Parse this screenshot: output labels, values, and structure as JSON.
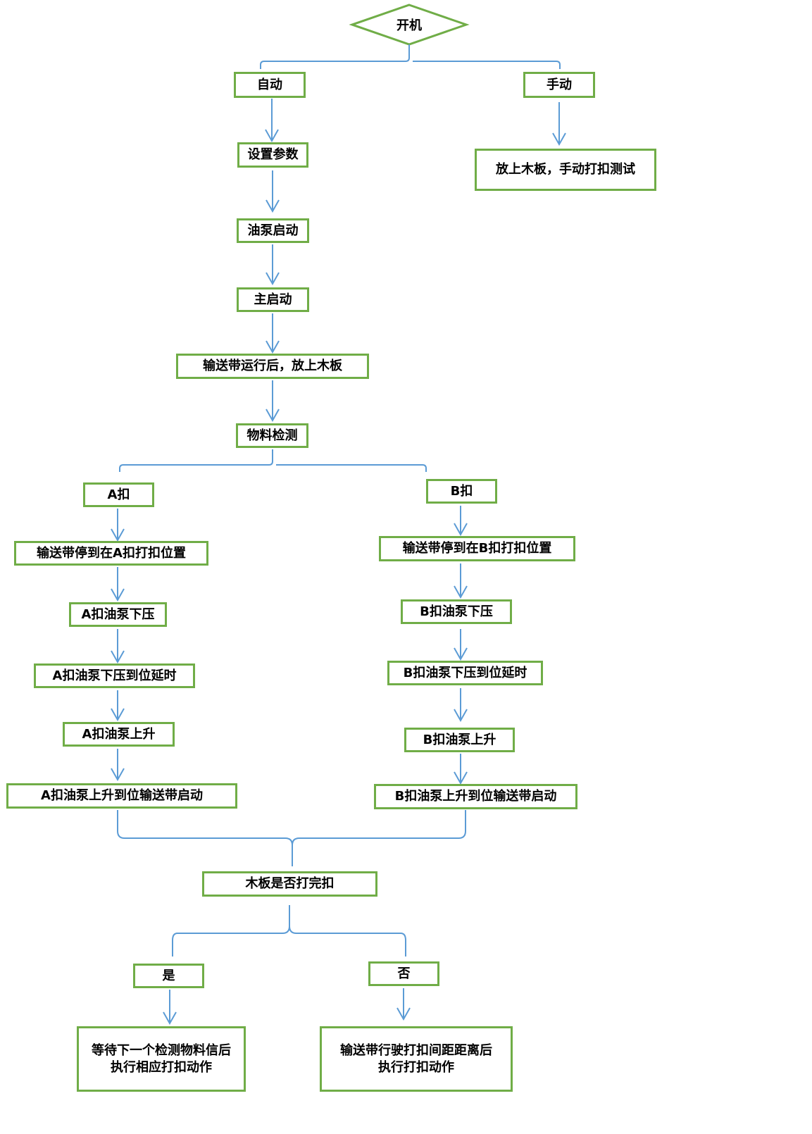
{
  "colors": {
    "box_border": "#70AD47",
    "connector": "#5B9BD5"
  },
  "start": "开机",
  "nodes": {
    "auto": "自动",
    "manual": "手动",
    "set_params": "设置参数",
    "manual_test": "放上木板，手动打扣测试",
    "pump_start": "油泵启动",
    "main_start": "主启动",
    "conveyor_run": "输送带运行后，放上木板",
    "material_detect": "物料检测",
    "a_buckle": "A扣",
    "b_buckle": "B扣",
    "a_stop": "输送带停到在A扣打扣位置",
    "b_stop": "输送带停到在B扣打扣位置",
    "a_press": "A扣油泵下压",
    "b_press": "B扣油泵下压",
    "a_press_delay": "A扣油泵下压到位延时",
    "b_press_delay": "B扣油泵下压到位延时",
    "a_rise": "A扣油泵上升",
    "b_rise": "B扣油泵上升",
    "a_rise_start": "A扣油泵上升到位输送带启动",
    "b_rise_start": "B扣油泵上升到位输送带启动",
    "done_check": "木板是否打完扣",
    "yes": "是",
    "no": "否",
    "yes_action": "等待下一个检测物料信后\n执行相应打扣动作",
    "no_action": "输送带行驶打扣间距距离后\n执行打扣动作"
  }
}
